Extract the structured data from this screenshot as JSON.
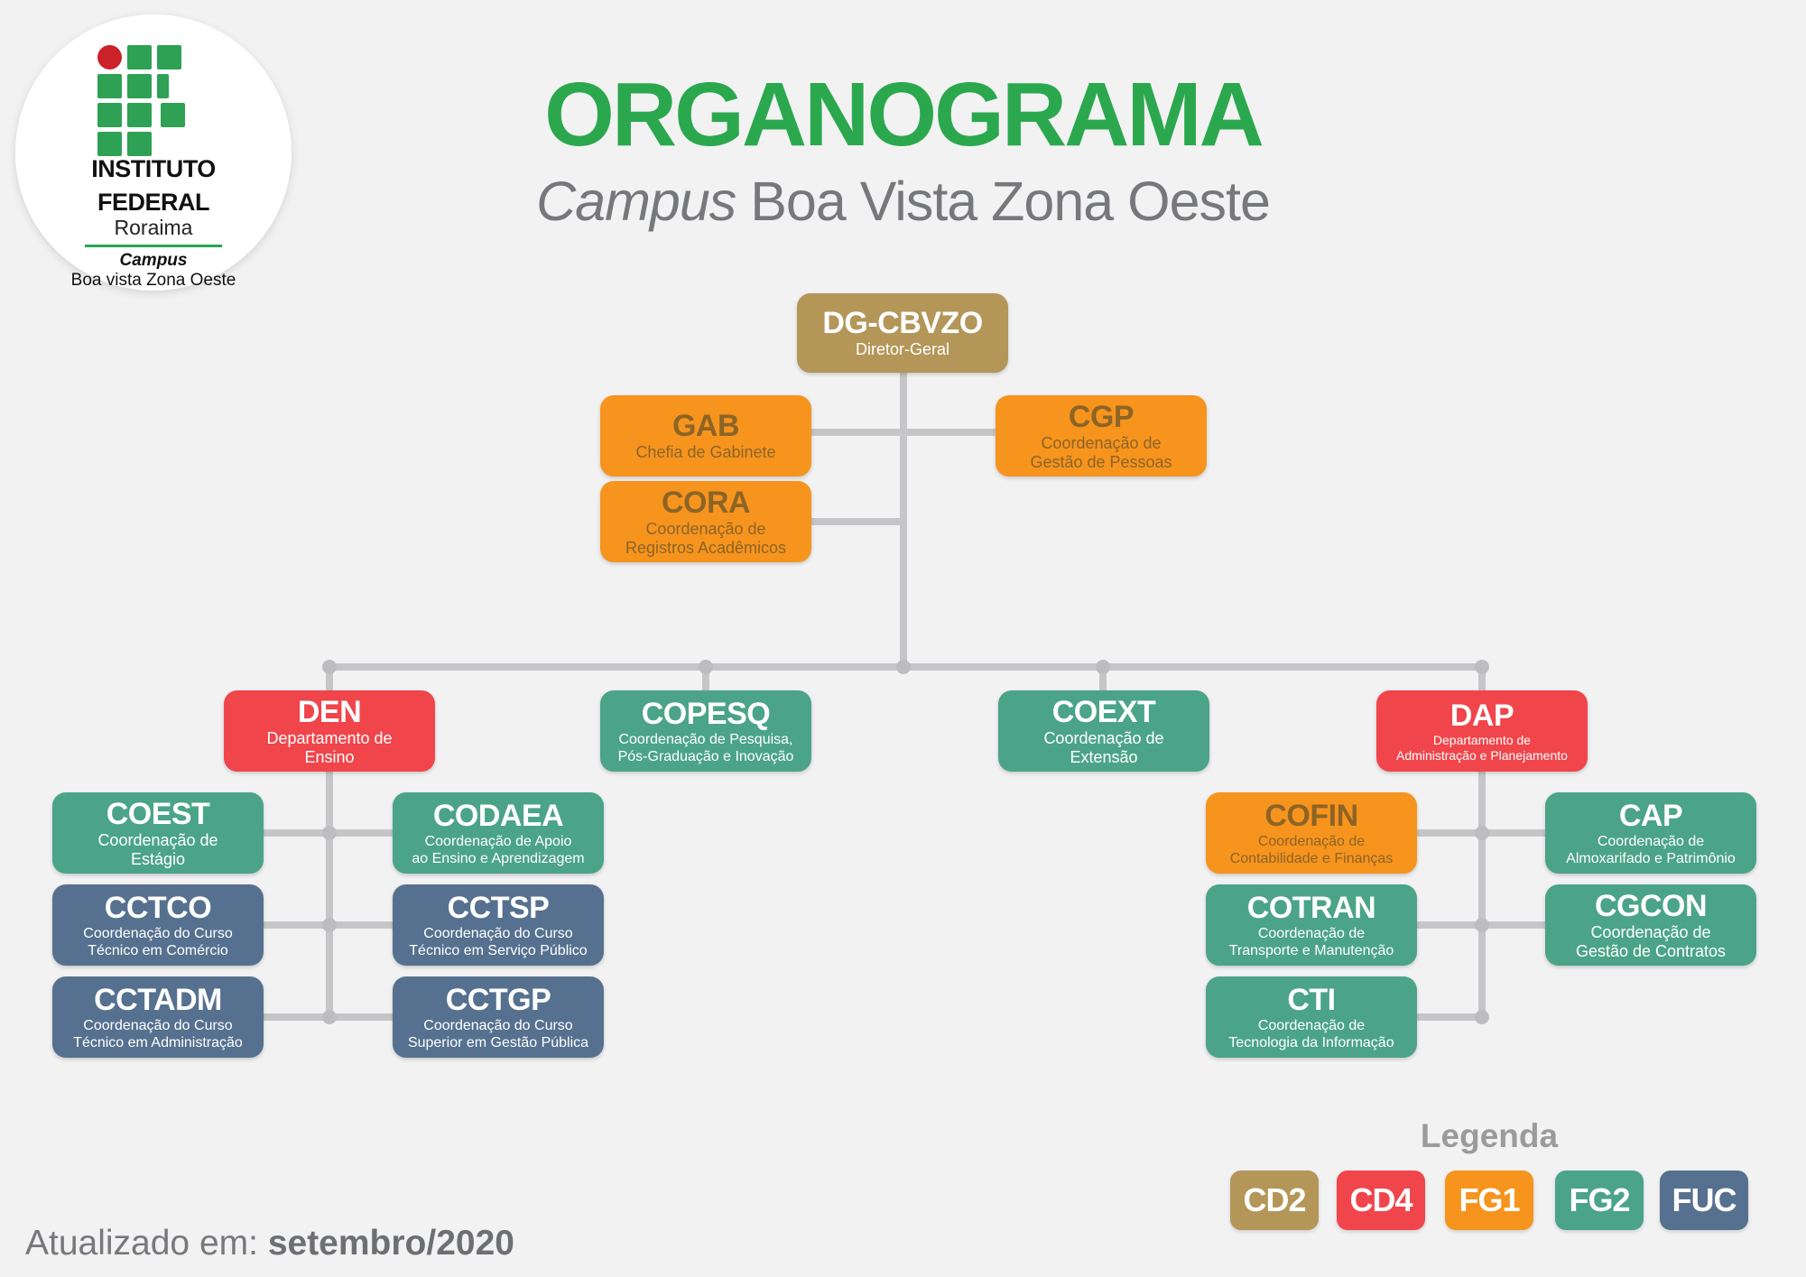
{
  "header": {
    "title": "ORGANOGRAMA",
    "subtitle_italic": "Campus",
    "subtitle_rest": " Boa Vista Zona Oeste"
  },
  "logo": {
    "institute_line1": "INSTITUTO",
    "institute_line2": "FEDERAL",
    "region": "Roraima",
    "campus_label": "Campus",
    "campus_name": "Boa vista Zona Oeste"
  },
  "footer": {
    "label": "Atualizado em: ",
    "value": "setembro/2020"
  },
  "legend": {
    "title": "Legenda",
    "items": [
      {
        "code": "CD2",
        "color": "#b49659"
      },
      {
        "code": "CD4",
        "color": "#f0454b"
      },
      {
        "code": "FG1",
        "color": "#f6941e"
      },
      {
        "code": "FG2",
        "color": "#4ba487"
      },
      {
        "code": "FUC",
        "color": "#56718f"
      }
    ]
  },
  "colors": {
    "background": "#f2f2f3",
    "title_green": "#2ba84d",
    "gray_text": "#77787b",
    "tan": "#b49659",
    "orange": "#f6941e",
    "orange_text": "#8d6426",
    "red": "#f0454b",
    "green": "#4ba487",
    "blue_gray": "#56718f",
    "line": "#c6c6c8"
  },
  "nodes": [
    {
      "code": "DG-CBVZO",
      "name": "Diretor-Geral",
      "color": "#b49659"
    },
    {
      "code": "GAB",
      "name": "Chefia de Gabinete",
      "color": "#f6941e"
    },
    {
      "code": "CGP",
      "name": "Coordenação de\nGestão de Pessoas",
      "color": "#f6941e"
    },
    {
      "code": "CORA",
      "name": "Coordenação de\nRegistros Acadêmicos",
      "color": "#f6941e"
    },
    {
      "code": "DEN",
      "name": "Departamento de\nEnsino",
      "color": "#f0454b"
    },
    {
      "code": "COPESQ",
      "name": "Coordenação de Pesquisa,\nPós-Graduação e Inovação",
      "color": "#4ba487"
    },
    {
      "code": "COEXT",
      "name": "Coordenação de\nExtensão",
      "color": "#4ba487"
    },
    {
      "code": "DAP",
      "name": "Departamento de\nAdministração e Planejamento",
      "color": "#f0454b"
    },
    {
      "code": "COEST",
      "name": "Coordenação de\nEstágio",
      "color": "#4ba487"
    },
    {
      "code": "CODAEA",
      "name": "Coordenação de Apoio\nao Ensino e Aprendizagem",
      "color": "#4ba487"
    },
    {
      "code": "CCTCO",
      "name": "Coordenação do Curso\nTécnico em Comércio",
      "color": "#56718f"
    },
    {
      "code": "CCTSP",
      "name": "Coordenação do Curso\nTécnico em Serviço Público",
      "color": "#56718f"
    },
    {
      "code": "CCTADM",
      "name": "Coordenação do Curso\nTécnico em Administração",
      "color": "#56718f"
    },
    {
      "code": "CCTGP",
      "name": "Coordenação do Curso\nSuperior em Gestão Pública",
      "color": "#56718f"
    },
    {
      "code": "COFIN",
      "name": "Coordenação de\nContabilidade e Finanças",
      "color": "#f6941e"
    },
    {
      "code": "CAP",
      "name": "Coordenação de\nAlmoxarifado e Patrimônio",
      "color": "#4ba487"
    },
    {
      "code": "COTRAN",
      "name": "Coordenação de\nTransporte e Manutenção",
      "color": "#4ba487"
    },
    {
      "code": "CGCON",
      "name": "Coordenação de\nGestão de Contratos",
      "color": "#4ba487"
    },
    {
      "code": "CTI",
      "name": "Coordenação de\nTecnologia da Informação",
      "color": "#4ba487"
    }
  ]
}
